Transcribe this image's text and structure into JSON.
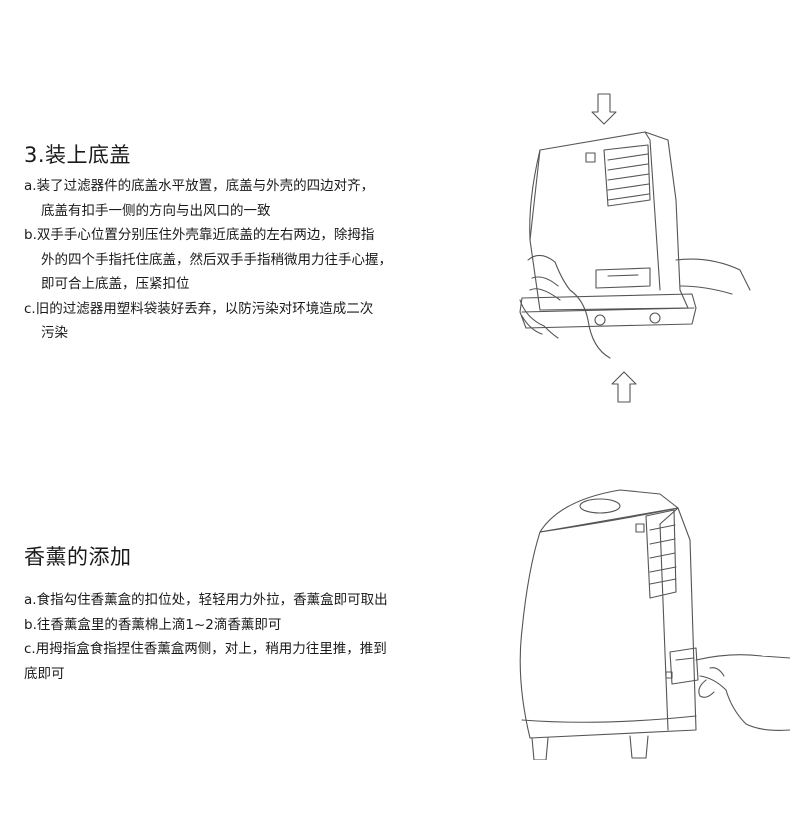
{
  "section_install": {
    "title": "3.装上底盖",
    "steps": [
      {
        "lines": [
          "a.装了过滤器件的底盖水平放置，底盖与外壳的四边对齐，",
          "底盖有扣手一侧的方向与出风口的一致"
        ]
      },
      {
        "lines": [
          "b.双手手心位置分别压住外壳靠近底盖的左右两边，除拇指",
          "外的四个手指托住底盖，然后双手手指稍微用力往手心握，",
          "即可合上底盖，压紧扣位"
        ]
      },
      {
        "lines": [
          "c.旧的过滤器用塑料袋装好丢弃，以防污染对环境造成二次",
          "污染"
        ]
      }
    ]
  },
  "section_aroma": {
    "title": "香薰的添加",
    "steps": [
      {
        "lines": [
          "a.食指勾住香薰盒的扣位处，轻轻用力外拉，香薰盒即可取出"
        ]
      },
      {
        "lines": [
          "b.往香薰盒里的香薰棉上滴1~2滴香薰即可"
        ]
      },
      {
        "lines": [
          "c.用拇指盒食指捏住香薰盒两侧，对上，稍用力往里推，推到",
          "底即可"
        ]
      }
    ]
  }
}
